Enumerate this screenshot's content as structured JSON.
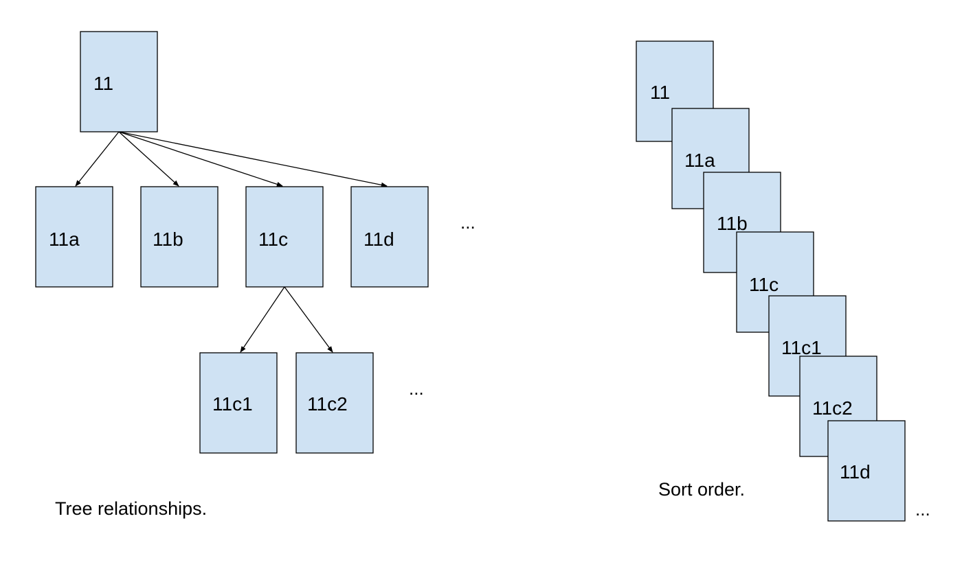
{
  "colors": {
    "card_fill": "#cfe2f3",
    "card_stroke": "#000000",
    "text": "#000000"
  },
  "tree": {
    "root": {
      "label": "11"
    },
    "children": [
      {
        "label": "11a"
      },
      {
        "label": "11b"
      },
      {
        "label": "11c"
      },
      {
        "label": "11d"
      }
    ],
    "children_more": "...",
    "grandchildren": [
      {
        "label": "11c1"
      },
      {
        "label": "11c2"
      }
    ],
    "grandchildren_more": "...",
    "caption": "Tree relationships."
  },
  "sort": {
    "items": [
      {
        "label": "11"
      },
      {
        "label": "11a"
      },
      {
        "label": "11b"
      },
      {
        "label": "11c"
      },
      {
        "label": "11c1"
      },
      {
        "label": "11c2"
      },
      {
        "label": "11d"
      }
    ],
    "more": "...",
    "caption": "Sort order."
  }
}
